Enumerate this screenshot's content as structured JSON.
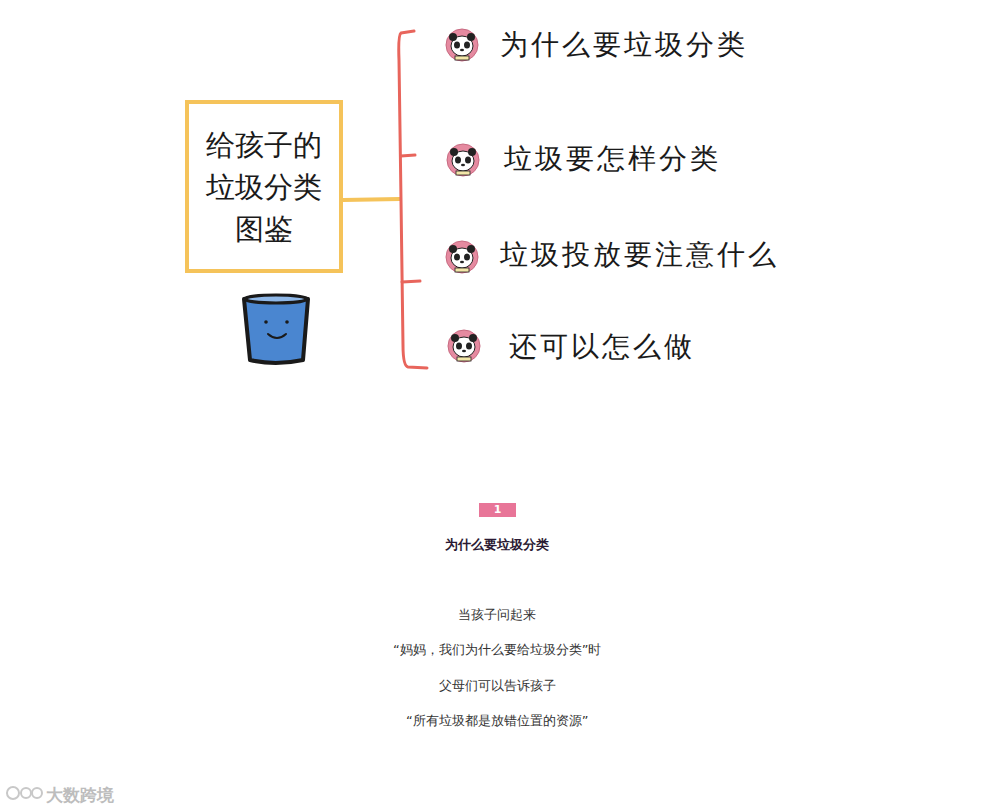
{
  "diagram": {
    "nodes": [
      {
        "text": [
          "给孩子的垃圾分类图鉴"
        ]
      },
      {
        "text": [
          "1"
        ]
      }
    ],
    "labels": [
      "为什么要垃圾分类",
      "垃圾要怎样分类",
      "垃圾投放要注意什么",
      "还可以怎么做",
      "为什么要垃圾分类",
      "当孩子问起来",
      "“妈妈，我们为什么要给垃圾分类”时",
      "父母们可以告诉孩子",
      "“所有垃圾都是放错位置的资源”",
      "大数跨境"
    ]
  }
}
